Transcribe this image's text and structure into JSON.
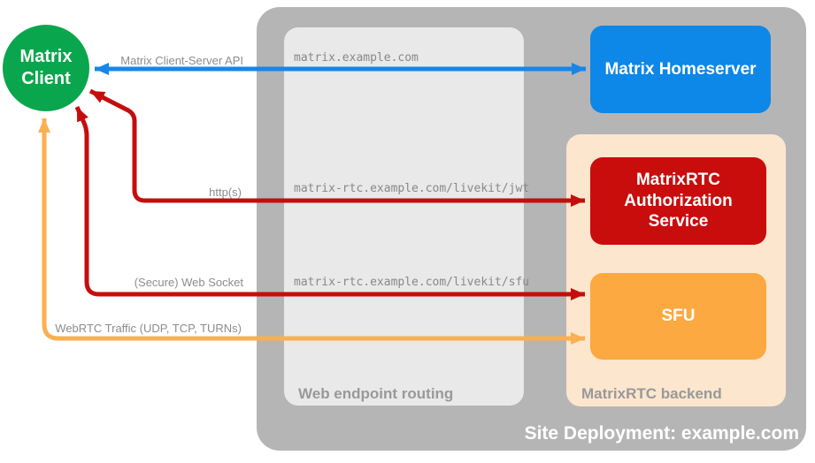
{
  "nodes": {
    "client": {
      "label": "Matrix Client",
      "color": "#0aa64d"
    },
    "homeserver": {
      "label": "Matrix Homeserver",
      "color": "#0d87e8"
    },
    "auth_service": {
      "label": "MatrixRTC Authorization Service",
      "color": "#c90d0d"
    },
    "sfu": {
      "label": "SFU",
      "color": "#fba940"
    }
  },
  "containers": {
    "site": {
      "label": "Site Deployment: example.com",
      "color": "#b5b5b5"
    },
    "routing": {
      "label": "Web endpoint routing",
      "color": "#e9e9e9"
    },
    "backend": {
      "label": "MatrixRTC backend",
      "color": "#fce6cd"
    }
  },
  "endpoints": [
    "matrix.example.com",
    "matrix-rtc.example.com/livekit/jwt",
    "matrix-rtc.example.com/livekit/sfu"
  ],
  "arrows": [
    {
      "label": "Matrix Client-Server API",
      "color": "#1786e8",
      "from": "Matrix Client",
      "to": "Matrix Homeserver",
      "bidirectional": true
    },
    {
      "label": "http(s)",
      "color": "#c60d0d",
      "from": "Matrix Client",
      "to": "MatrixRTC Authorization Service",
      "bidirectional": true
    },
    {
      "label": "(Secure) Web Socket",
      "color": "#c60d0d",
      "from": "Matrix Client",
      "to": "SFU",
      "bidirectional": true
    },
    {
      "label": "WebRTC Traffic (UDP, TCP, TURNs)",
      "color": "#fbaf51",
      "from": "Matrix Client",
      "to": "SFU",
      "bidirectional": true
    }
  ]
}
